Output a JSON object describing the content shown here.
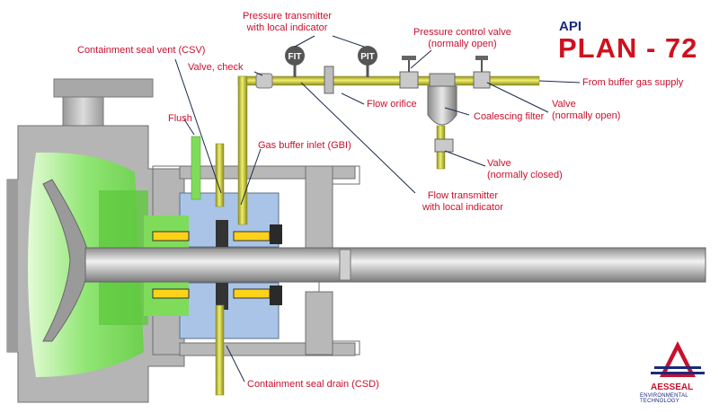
{
  "title": {
    "prefix": "API",
    "main": "PLAN - 72"
  },
  "labels": {
    "pressure_transmitter": "Pressure transmitter\nwith local indicator",
    "containment_seal_vent": "Containment seal vent (CSV)",
    "valve_check": "Valve, check",
    "pressure_control_valve": "Pressure control valve\n(normally open)",
    "buffer_gas_supply": "From buffer gas supply",
    "flow_orifice": "Flow orifice",
    "coalescing_filter": "Coalescing filter",
    "valve_normally_open": "Valve\n(normally open)",
    "flush": "Flush",
    "gas_buffer_inlet": "Gas buffer inlet (GBI)",
    "valve_normally_closed": "Valve\n(normally closed)",
    "flow_transmitter": "Flow transmitter\nwith local indicator",
    "containment_seal_drain": "Containment seal drain (CSD)"
  },
  "instruments": {
    "fit": "FIT",
    "pit": "PIT"
  },
  "logo": {
    "name": "AESSEAL",
    "tagline": "ENVIRONMENTAL TECHNOLOGY"
  },
  "colors": {
    "label": "#c8102e",
    "title": "#d0101e",
    "prefix": "#1a2a7a",
    "pipe": "#c8c832",
    "fluid": "#7fe060",
    "housing": "#b8b8b8",
    "seal": "#a9c4e6"
  }
}
